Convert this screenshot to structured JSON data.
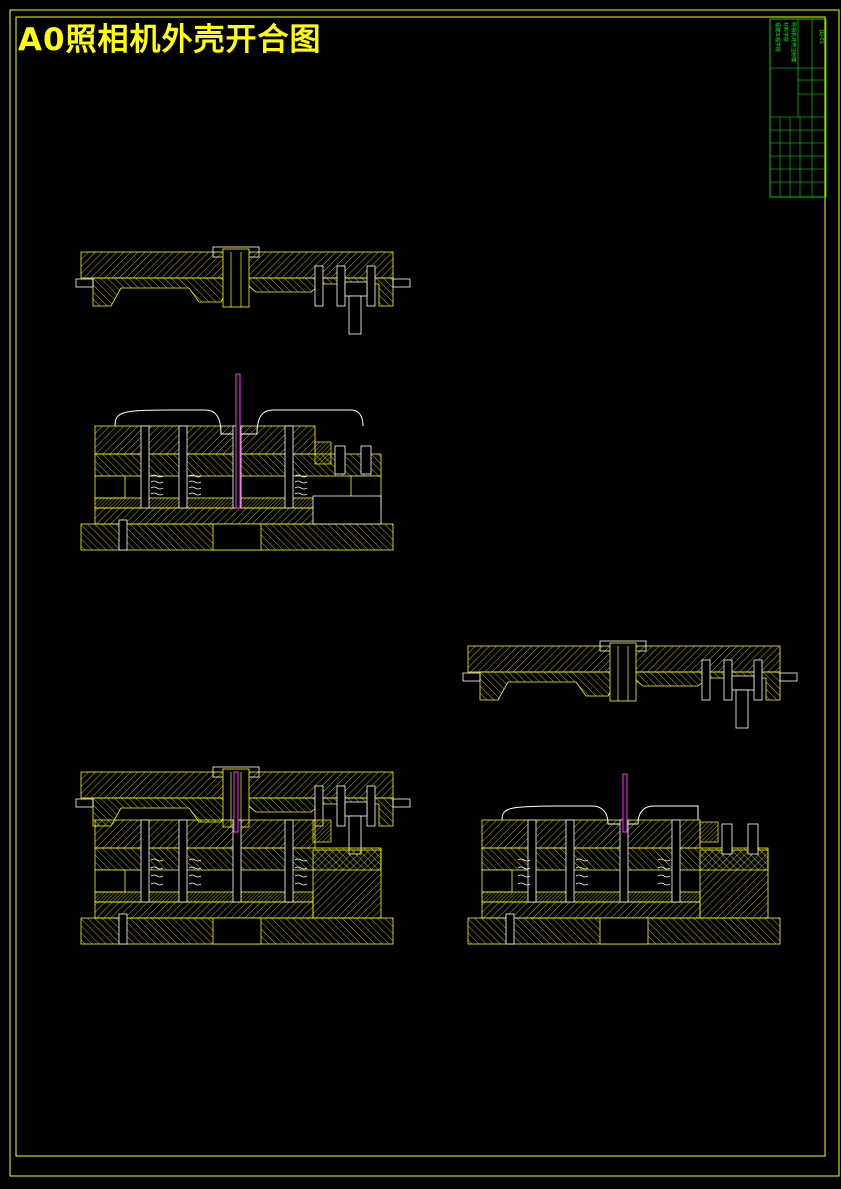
{
  "title": "A0照相机外壳开合图",
  "colors": {
    "background": "#000000",
    "border": "#ffff00",
    "hatch": "#ffff00",
    "title_text": "#ffff00",
    "title_block": "#00ff00",
    "sprue": "#ff33ff",
    "outline": "#ffffff"
  },
  "title_block": {
    "school": "福建工程学院",
    "dept": "材料学院",
    "project": "照相机外壳注射模",
    "drawing_no": "JLJ-01"
  }
}
